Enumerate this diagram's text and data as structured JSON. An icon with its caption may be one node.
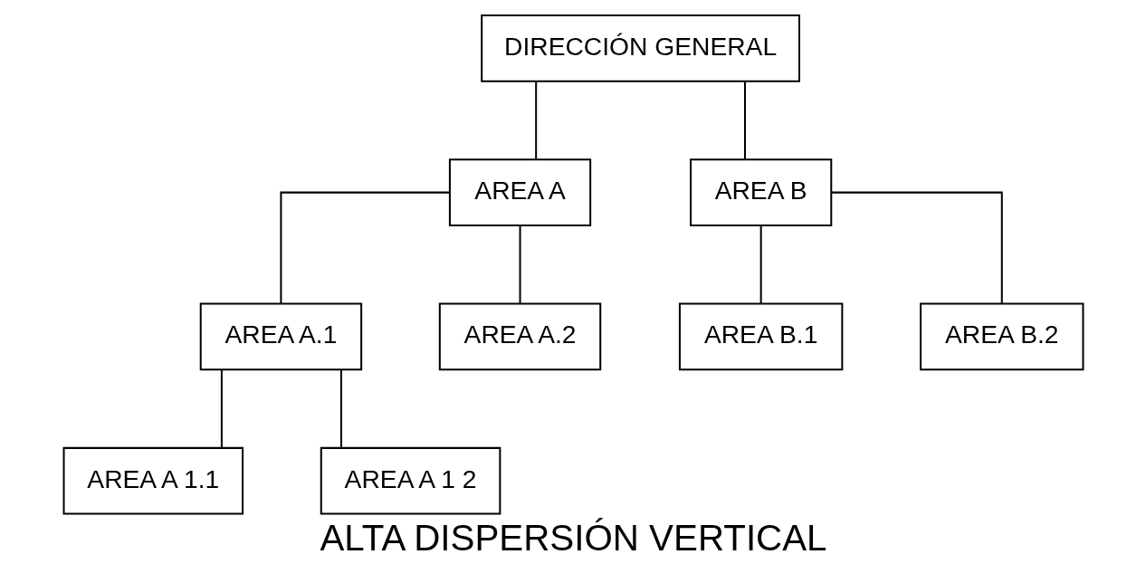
{
  "diagram": {
    "caption": "ALTA DISPERSIÓN VERTICAL",
    "nodes": [
      {
        "text": [
          "DIRECCIÓN GENERAL"
        ]
      },
      {
        "text": [
          "AREA A"
        ]
      },
      {
        "text": [
          "AREA B"
        ]
      },
      {
        "text": [
          "AREA A.1"
        ]
      },
      {
        "text": [
          "AREA A.2"
        ]
      },
      {
        "text": [
          "AREA B.1"
        ]
      },
      {
        "text": [
          "AREA B.2"
        ]
      },
      {
        "text": [
          "AREA A 1.1"
        ]
      },
      {
        "text": [
          "AREA A 1 2"
        ]
      }
    ],
    "edges": [
      {
        "from": 0,
        "to": 1,
        "arrow": "none"
      },
      {
        "from": 0,
        "to": 2,
        "arrow": "none"
      },
      {
        "from": 1,
        "to": 3,
        "arrow": "none"
      },
      {
        "from": 1,
        "to": 4,
        "arrow": "none"
      },
      {
        "from": 2,
        "to": 5,
        "arrow": "none"
      },
      {
        "from": 2,
        "to": 6,
        "arrow": "none"
      },
      {
        "from": 3,
        "to": 7,
        "arrow": "none"
      },
      {
        "from": 3,
        "to": 8,
        "arrow": "none"
      }
    ]
  }
}
